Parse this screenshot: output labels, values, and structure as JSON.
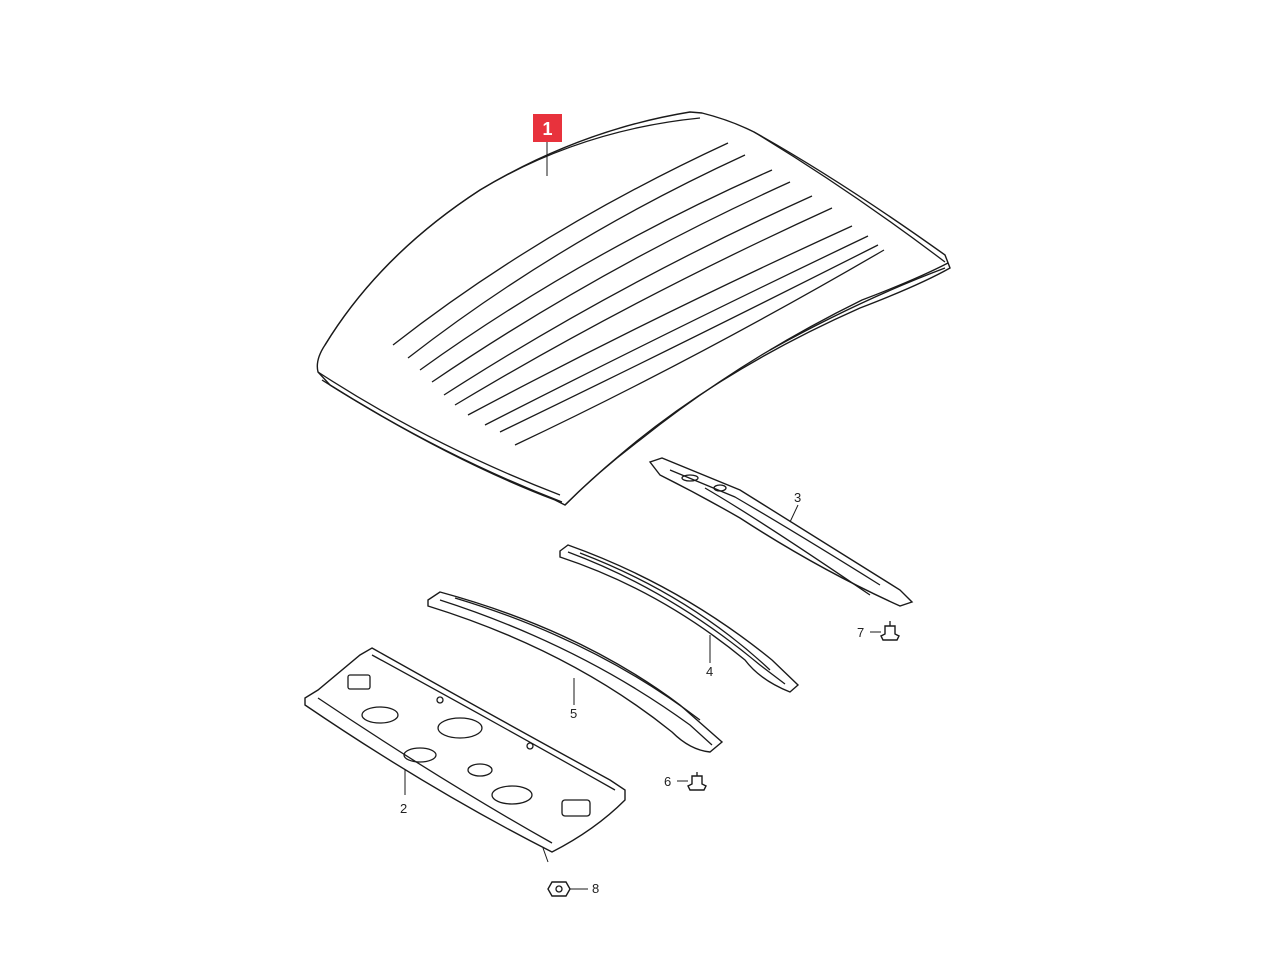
{
  "highlight_color": "#e8323c",
  "parts": [
    {
      "id": "roof_panel",
      "label": "1",
      "highlighted": true
    },
    {
      "id": "rear_header_panel",
      "label": "2"
    },
    {
      "id": "roof_side_rail",
      "label": "3"
    },
    {
      "id": "roof_bow_rear",
      "label": "4"
    },
    {
      "id": "roof_bow_front",
      "label": "5"
    },
    {
      "id": "bolt_6",
      "label": "6"
    },
    {
      "id": "bolt_7",
      "label": "7"
    },
    {
      "id": "nut_8",
      "label": "8"
    }
  ]
}
